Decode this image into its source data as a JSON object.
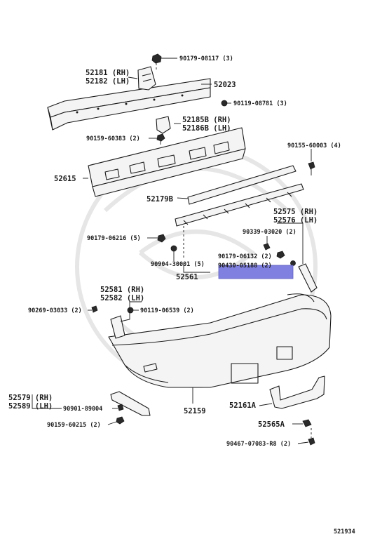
{
  "parts": {
    "p90179_08117": "90179-08117 (3)",
    "p52181": "52181 (RH)",
    "p52182": "52182 (LH)",
    "p52023": "52023",
    "p90119_08781": "90119-08781 (3)",
    "p52185b": "52185B (RH)",
    "p52186b": "52186B (LH)",
    "p90159_60383": "90159-60383 (2)",
    "p90155_60003": "90155-60003 (4)",
    "p52615": "52615",
    "p52179b": "52179B",
    "p52575": "52575 (RH)",
    "p52576": "52576 (LH)",
    "p90179_06216": "90179-06216 (5)",
    "p90339_03020": "90339-03020 (2)",
    "p90179_06132": "90179-06132 (2)",
    "p90430_05188": "90430-05188 (2)",
    "p90904_30001": "90904-30001 (5)",
    "p52561": "52561",
    "p52581": "52581 (RH)",
    "p52582": "52582 (LH)",
    "p90269_03033": "90269-03033 (2)",
    "p90119_06539": "90119-06539 (2)",
    "p52579": "52579 (RH)",
    "p52589": "52589 (LH)",
    "p90901_89004": "90901-89004",
    "p52159": "52159",
    "p52161a": "52161A",
    "p52565a": "52565A",
    "p90159_60215": "90159-60215 (2)",
    "p90467_07083": "90467-07083-R8 (2)"
  },
  "figure_number": "521934",
  "colors": {
    "highlight": "#8080e0",
    "line": "#1a1a1a"
  }
}
